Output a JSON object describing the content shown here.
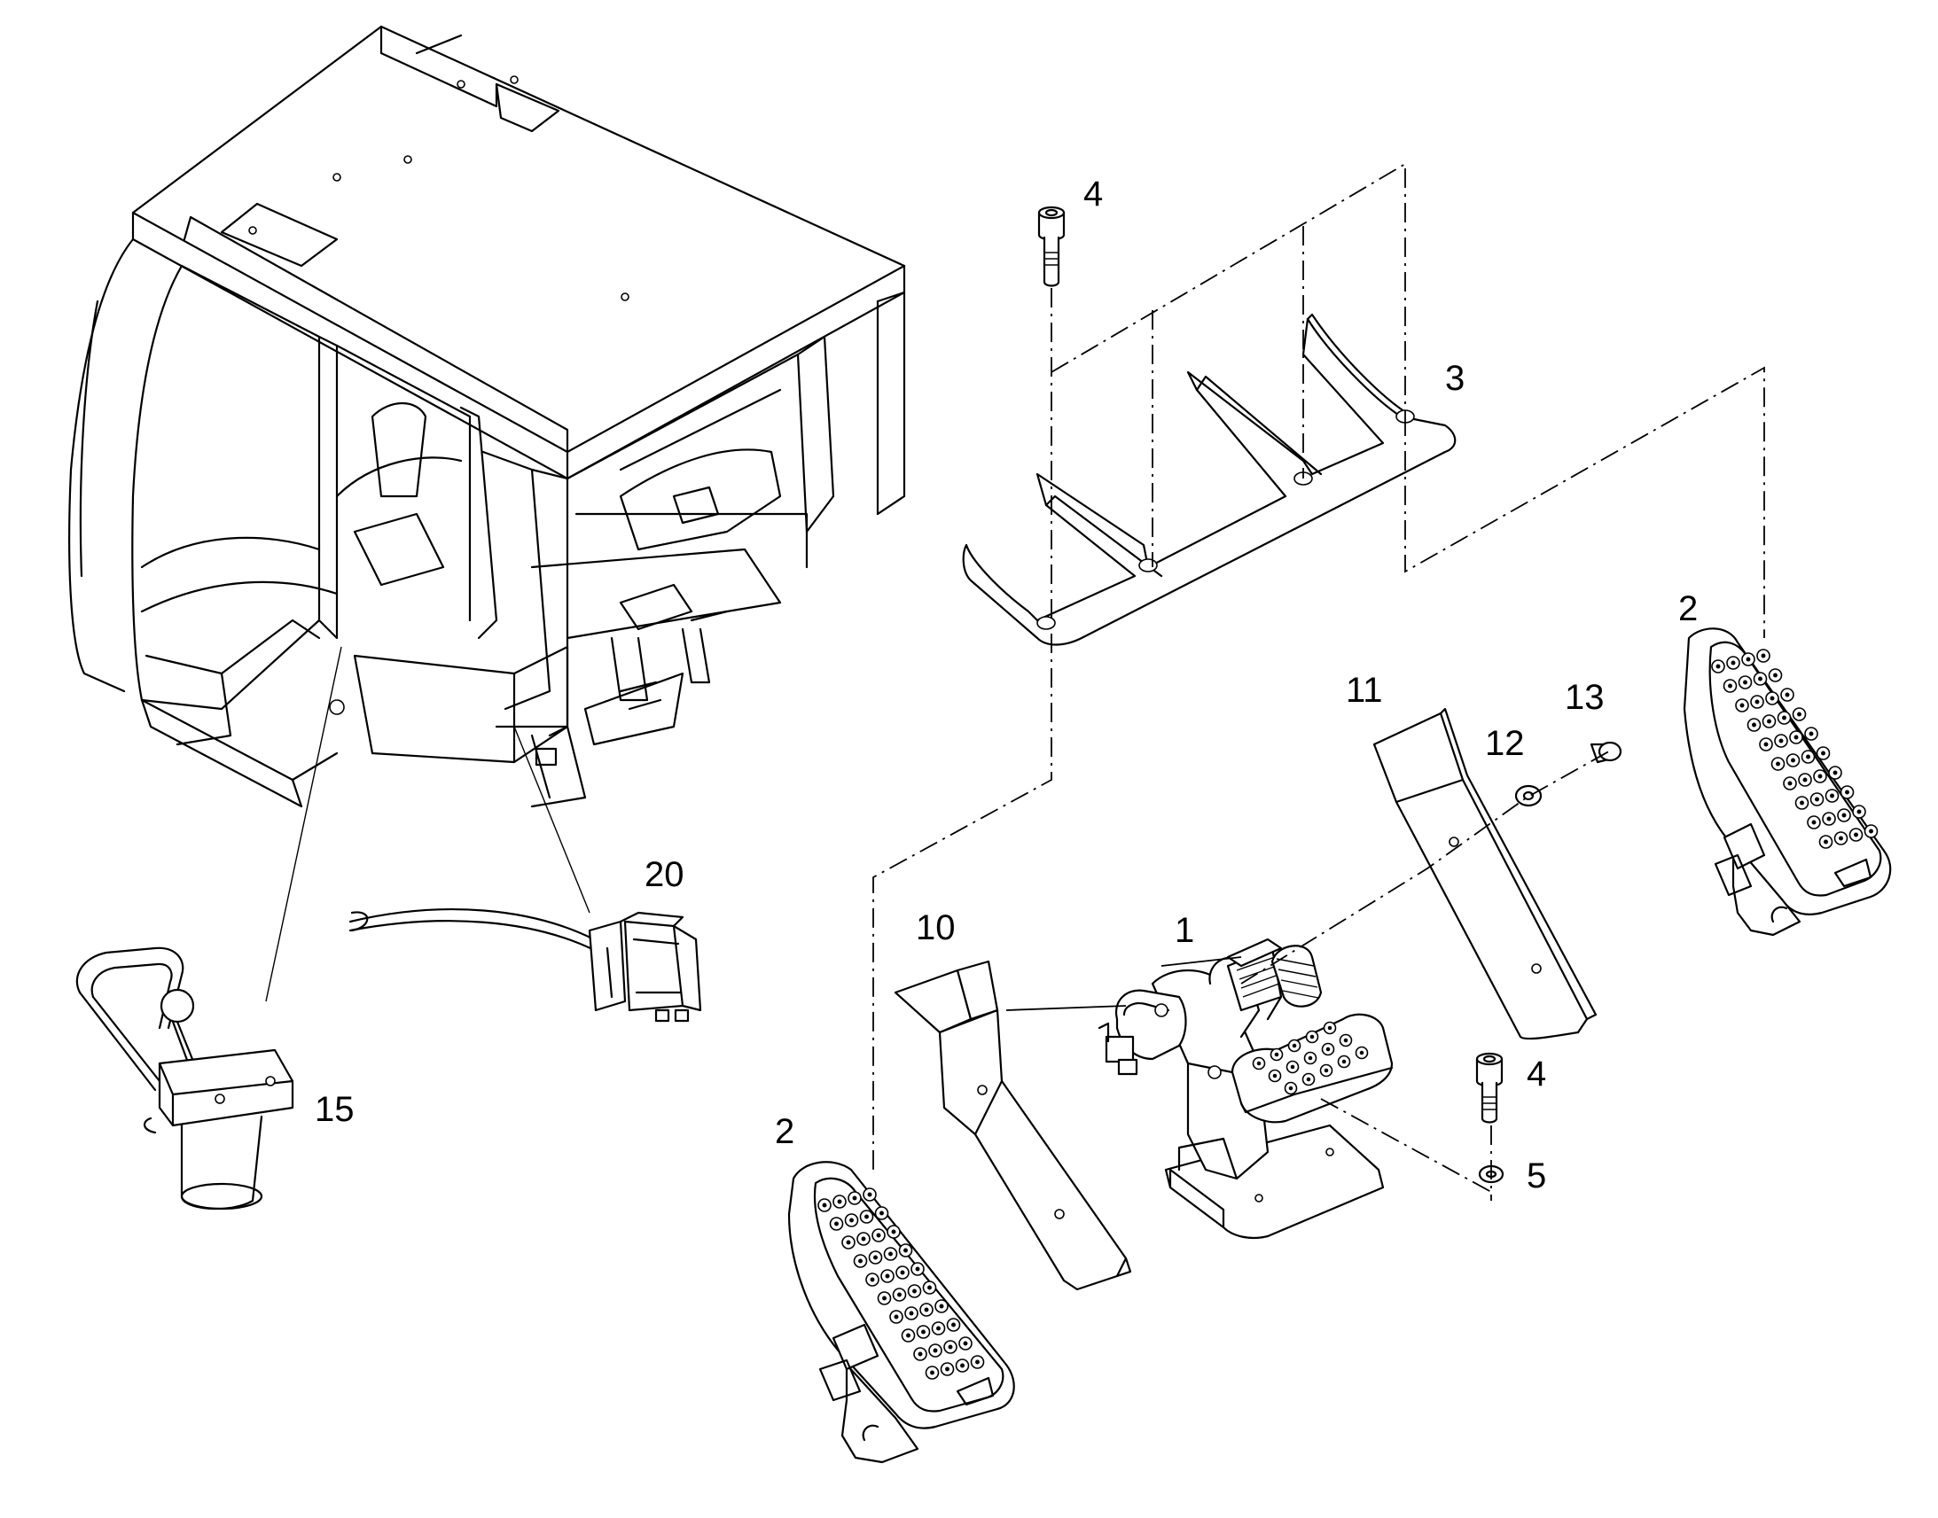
{
  "labels": [
    {
      "id": "4a",
      "text": "4"
    },
    {
      "id": "3",
      "text": "3"
    },
    {
      "id": "2a",
      "text": "2"
    },
    {
      "id": "11",
      "text": "11"
    },
    {
      "id": "13",
      "text": "13"
    },
    {
      "id": "12",
      "text": "12"
    },
    {
      "id": "20",
      "text": "20"
    },
    {
      "id": "10",
      "text": "10"
    },
    {
      "id": "1",
      "text": "1"
    },
    {
      "id": "15",
      "text": "15"
    },
    {
      "id": "4b",
      "text": "4"
    },
    {
      "id": "5",
      "text": "5"
    },
    {
      "id": "2b",
      "text": "2"
    }
  ],
  "colors": {
    "line": "#000000",
    "background": "#ffffff"
  }
}
